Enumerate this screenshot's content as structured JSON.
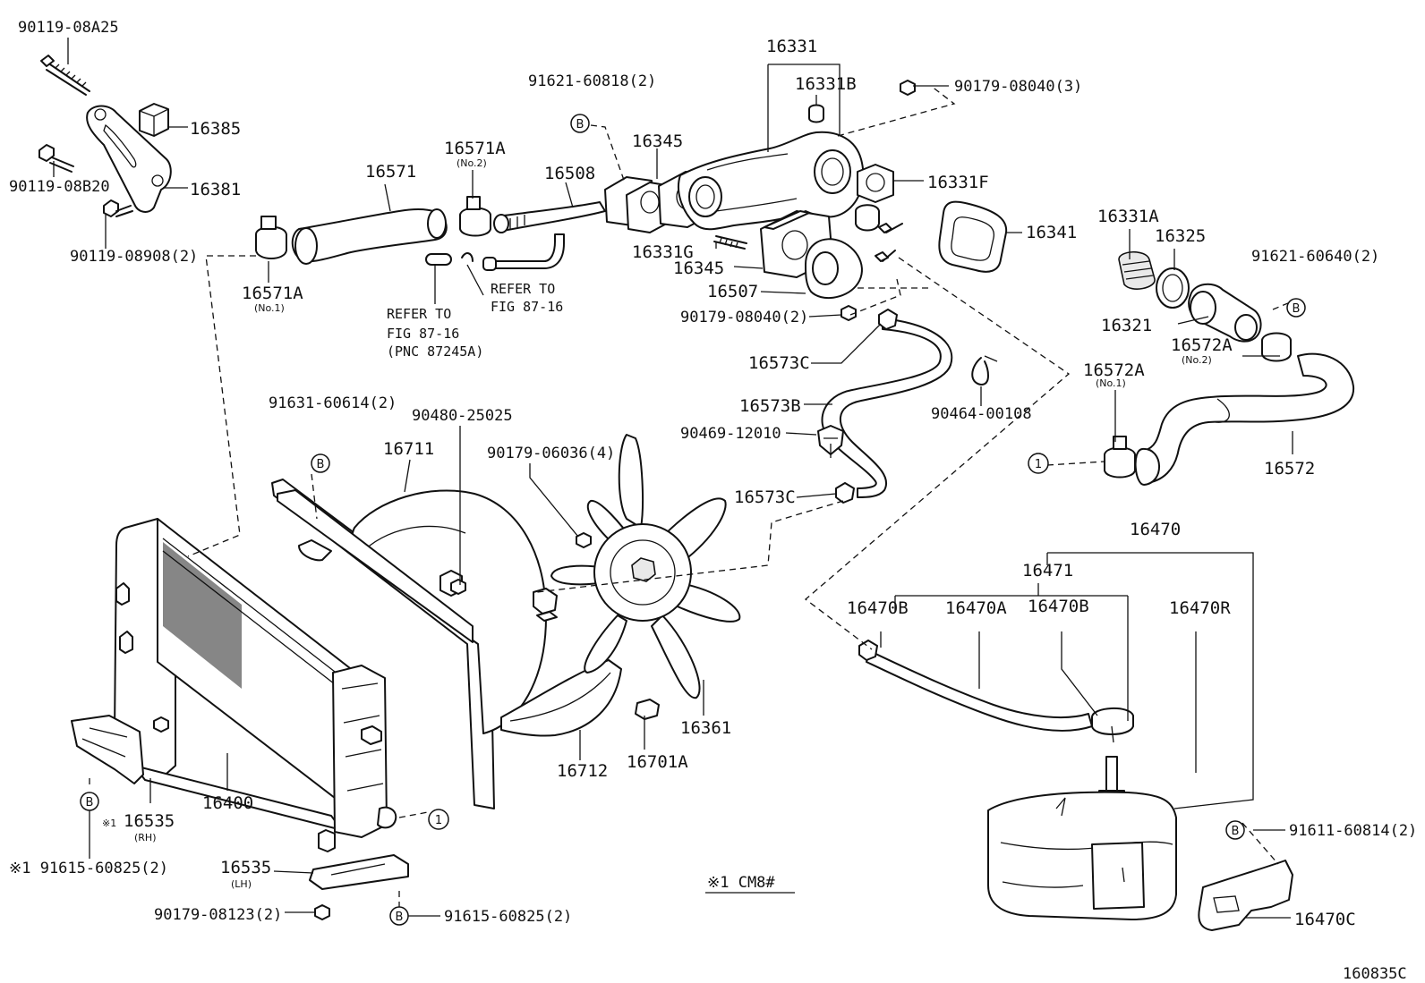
{
  "labels": {
    "p_90119_08A25": "90119-08A25",
    "p_16385": "16385",
    "p_90119_08B20": "90119-08B20",
    "p_16381": "16381",
    "p_90119_08908": "90119-08908(2)",
    "p_16571": "16571",
    "p_16571A_no2": "16571A",
    "no2": "(No.2)",
    "p_16571A_no1": "16571A",
    "no1": "(No.1)",
    "p_16508": "16508",
    "p_91621_60818": "91621-60818(2)",
    "p_16345_top": "16345",
    "p_16331": "16331",
    "p_16331B": "16331B",
    "p_90179_08040_3": "90179-08040(3)",
    "p_16331F": "16331F",
    "p_16341": "16341",
    "p_16331G": "16331G",
    "p_16345_bot": "16345",
    "p_16507": "16507",
    "p_90179_08040_2": "90179-08040(2)",
    "ref1_a": "REFER TO",
    "ref1_b": "FIG 87-16",
    "ref1_c": "(PNC 87245A)",
    "ref2_a": "REFER TO",
    "ref2_b": "FIG 87-16",
    "p_16573C_top": "16573C",
    "p_16573B": "16573B",
    "p_90469_12010": "90469-12010",
    "p_16573C_bot": "16573C",
    "p_90464_00108": "90464-00108",
    "p_16331A": "16331A",
    "p_16325": "16325",
    "p_91621_60640": "91621-60640(2)",
    "p_16321": "16321",
    "p_16572A_no2": "16572A",
    "p_16572A_no1": "16572A",
    "p_16572": "16572",
    "p_91631_60614": "91631-60614(2)",
    "p_90480_25025": "90480-25025",
    "p_16711": "16711",
    "p_90179_06036": "90179-06036(4)",
    "p_16470": "16470",
    "p_16471": "16471",
    "p_16470B_l": "16470B",
    "p_16470A": "16470A",
    "p_16470B_r": "16470B",
    "p_16470R": "16470R",
    "p_16361": "16361",
    "p_16712": "16712",
    "p_16701A": "16701A",
    "p_16400": "16400",
    "p_16535_rh": "16535",
    "rh": "(RH)",
    "star1": "※1",
    "p_91615_60825_l": "※1 91615-60825(2)",
    "p_16535_lh": "16535",
    "lh": "(LH)",
    "p_90179_08123": "90179-08123(2)",
    "p_91615_60825_r": "91615-60825(2)",
    "note": "※1  CM8#",
    "p_91611_60814": "91611-60814(2)",
    "p_16470C": "16470C",
    "fig_id": "160835C",
    "marker_b": "B",
    "marker_1": "1"
  }
}
